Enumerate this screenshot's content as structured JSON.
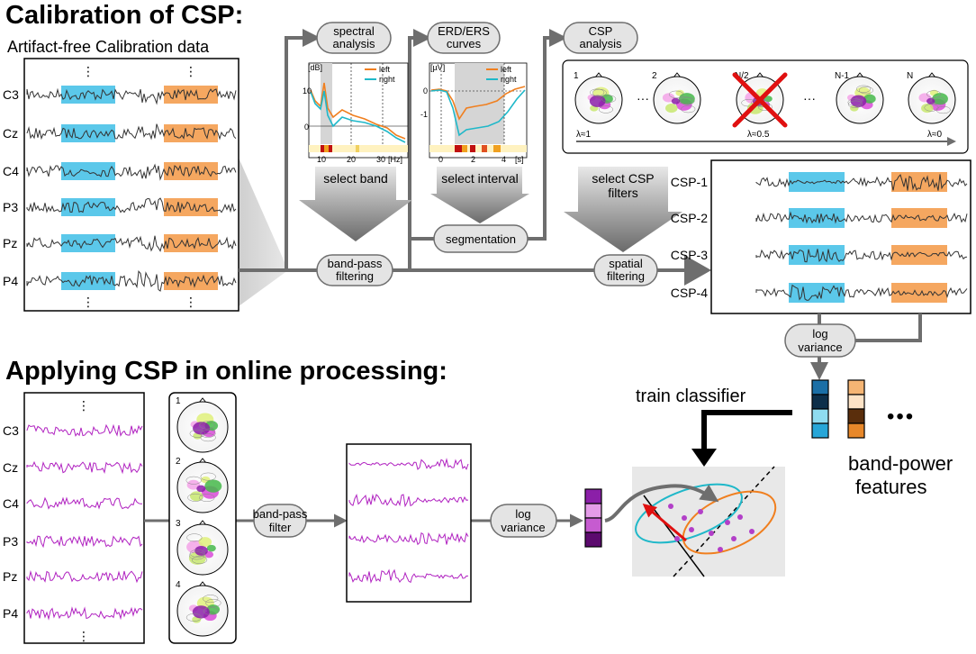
{
  "headings": {
    "calibration": "Calibration of CSP:",
    "online": "Applying CSP in online processing:"
  },
  "calib_data_label": "Artifact-free Calibration data",
  "channels": [
    "C3",
    "Cz",
    "C4",
    "P3",
    "Pz",
    "P4"
  ],
  "ellipsis": "⋮",
  "pills": {
    "spectral": [
      "spectral",
      "analysis"
    ],
    "erd": [
      "ERD/ERS",
      "curves"
    ],
    "csp": [
      "CSP",
      "analysis"
    ],
    "bandpass": [
      "band-pass",
      "filtering"
    ],
    "segmentation": [
      "segmentation"
    ],
    "spatial": [
      "spatial",
      "filtering"
    ],
    "logvar": [
      "log",
      "variance"
    ],
    "bandpass2": [
      "band-pass",
      "filter"
    ],
    "logvar2": [
      "log",
      "variance"
    ]
  },
  "arrows_text": {
    "select_band": [
      "select band"
    ],
    "select_interval": [
      "select interval"
    ],
    "select_csp": [
      "select CSP",
      "filters"
    ]
  },
  "spectral_plot": {
    "unit": "[dB]",
    "xunit": "[Hz]",
    "yticks": [
      "10",
      "0"
    ],
    "xticks": [
      "10",
      "20",
      "30"
    ],
    "legend": [
      "left",
      "right"
    ]
  },
  "erd_plot": {
    "unit": "[µV]",
    "xunit": "[s]",
    "yticks": [
      "0",
      "-1"
    ],
    "xticks": [
      "0",
      "2",
      "4"
    ],
    "legend": [
      "left",
      "right"
    ]
  },
  "csp_maps": {
    "indices": [
      "1",
      "2",
      "N/2",
      "N-1",
      "N"
    ],
    "lambda": [
      "λ≈1",
      "λ≈0.5",
      "λ≈0"
    ],
    "dots": "···"
  },
  "csp_channels": [
    "CSP-1",
    "CSP-2",
    "CSP-3",
    "CSP-4"
  ],
  "online_map_indices": [
    "1",
    "2",
    "3",
    "4"
  ],
  "train_classifier": "train classifier",
  "features": [
    "band-power",
    "features"
  ],
  "feature_dots": "•••",
  "colors": {
    "left": "#f07f1f",
    "right": "#1fb8c9",
    "blue_box": "#5bc8ea",
    "orange_box": "#f5a760",
    "purple": "#b021c0",
    "arrow_gray": "#6e6e6e",
    "pill_fill": "#e4e4e4"
  }
}
